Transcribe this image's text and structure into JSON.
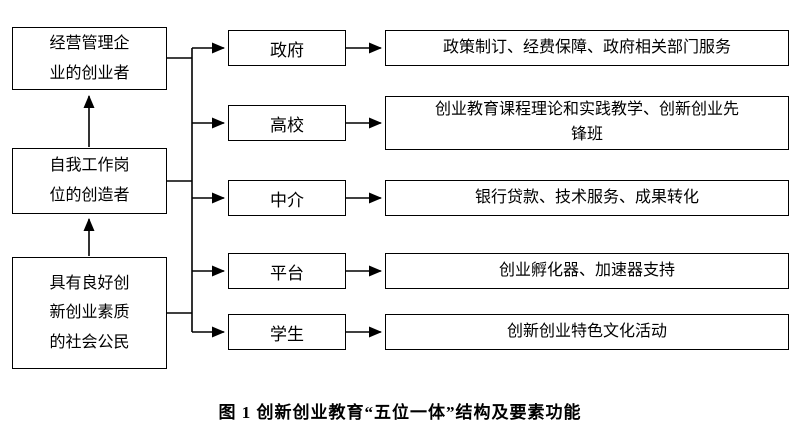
{
  "figure": {
    "caption": "图 1  创新创业教育“五位一体”结构及要素功能"
  },
  "colors": {
    "border": "#000000",
    "background": "#ffffff",
    "text": "#000000"
  },
  "left_chain": [
    {
      "name": "business-manager",
      "lines": [
        "经营管理企",
        "业的创业者"
      ]
    },
    {
      "name": "job-creator",
      "lines": [
        "自我工作岗",
        "位的创造者"
      ]
    },
    {
      "name": "citizen",
      "lines": [
        "具有良好创",
        "新创业素质",
        "的社会公民"
      ]
    }
  ],
  "rows": [
    {
      "category": "政府",
      "description_lines": [
        "政策制订、经费保障、政府相关部门服务"
      ]
    },
    {
      "category": "高校",
      "description_lines": [
        "创业教育课程理论和实践教学、创新创业先",
        "锋班"
      ]
    },
    {
      "category": "中介",
      "description_lines": [
        "银行贷款、技术服务、成果转化"
      ]
    },
    {
      "category": "平台",
      "description_lines": [
        "创业孵化器、加速器支持"
      ]
    },
    {
      "category": "学生",
      "description_lines": [
        "创新创业特色文化活动"
      ]
    }
  ]
}
